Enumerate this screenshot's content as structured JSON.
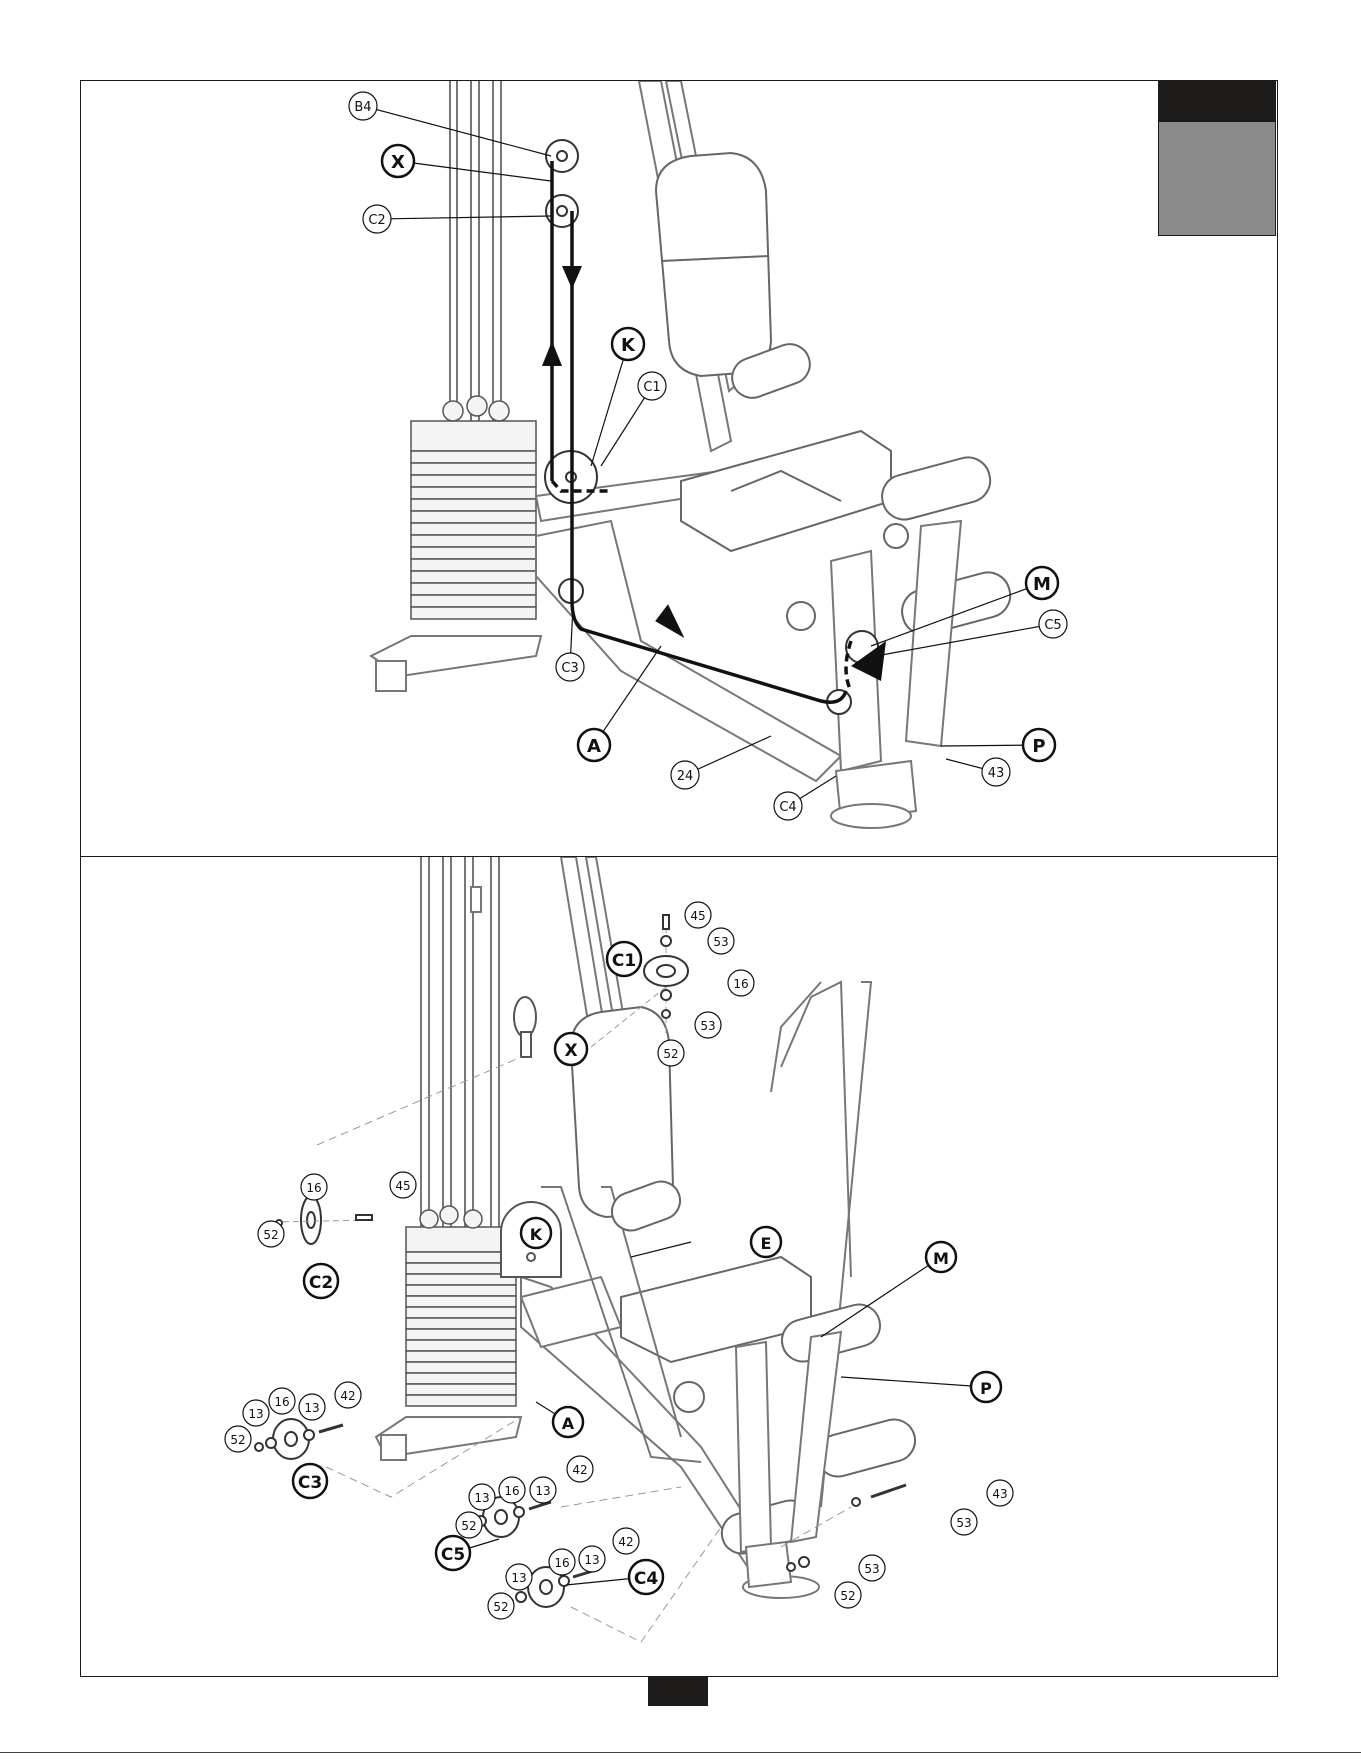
{
  "colors": {
    "ink": "#111111",
    "frame": "#888888",
    "tab_dark": "#1e1c1a",
    "tab_grey": "#8a8a8a"
  },
  "top_callouts": {
    "B4": "B4",
    "X": "X",
    "C2": "C2",
    "K": "K",
    "C1": "C1",
    "M": "M",
    "C5": "C5",
    "C3": "C3",
    "A": "A",
    "24": "24",
    "C4": "C4",
    "P": "P",
    "43": "43"
  },
  "bottom_callouts": {
    "n45a": "45",
    "n53a": "53",
    "C1": "C1",
    "n16a": "16",
    "n53b": "53",
    "n52a": "52",
    "X": "X",
    "n16b": "16",
    "n45b": "45",
    "n52b": "52",
    "C2": "C2",
    "K": "K",
    "E": "E",
    "M": "M",
    "n13a": "13",
    "n16c": "16",
    "n13b": "13",
    "n42a": "42",
    "n52c": "52",
    "C3": "C3",
    "A": "A",
    "P": "P",
    "n13c": "13",
    "n16d": "16",
    "n13d": "13",
    "n42b": "42",
    "n52d": "52",
    "C5": "C5",
    "n16e": "16",
    "n13e": "13",
    "n42c": "42",
    "n13f": "13",
    "n52e": "52",
    "C4": "C4",
    "n43": "43",
    "n53c": "53",
    "n53d": "53",
    "n52f": "52"
  }
}
